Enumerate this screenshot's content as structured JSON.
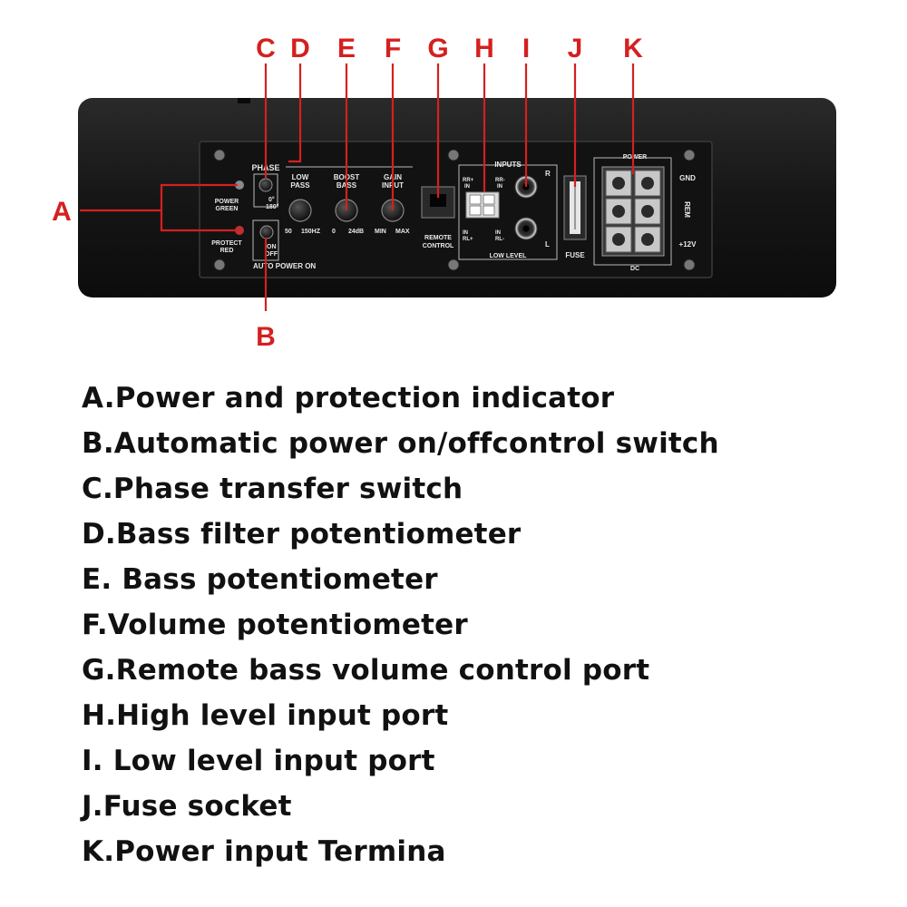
{
  "callouts": {
    "a": "A",
    "b": "B",
    "c": "C",
    "d": "D",
    "e": "E",
    "f": "F",
    "g": "G",
    "h": "H",
    "i": "I",
    "j": "J",
    "k": "K"
  },
  "panel": {
    "phase": "PHASE",
    "phase_deg0": "0°",
    "phase_deg180": "180°",
    "power_green_1": "POWER",
    "power_green_2": "GREEN",
    "protect_red_1": "PROTECT",
    "protect_red_2": "RED",
    "on": "ON",
    "off": "OFF",
    "auto_power_on": "AUTO POWER ON",
    "low_pass_1": "LOW",
    "low_pass_2": "PASS",
    "low_pass_min": "50",
    "low_pass_max": "150HZ",
    "boost_bass_1": "BOOST",
    "boost_bass_2": "BASS",
    "boost_min": "0",
    "boost_max": "24dB",
    "gain_input_1": "GAIN",
    "gain_input_2": "INPUT",
    "gain_min": "MIN",
    "gain_max": "MAX",
    "remote_control_1": "REMOTE",
    "remote_control_2": "CONTROL",
    "inputs": "INPUTS",
    "rr_plus_1": "RR+",
    "rr_plus_2": "IN",
    "rr_minus_1": "RR-",
    "rr_minus_2": "IN",
    "rl_plus_1": "IN",
    "rl_plus_2": "RL+",
    "rl_minus_1": "IN",
    "rl_minus_2": "RL-",
    "input_r": "R",
    "input_l": "L",
    "low_level": "LOW LEVEL",
    "fuse": "FUSE",
    "power": "POWER",
    "dc": "DC",
    "gnd": "GND",
    "rem": "REM",
    "plus12v": "+12V"
  },
  "legend": [
    "A.Power and protection indicator",
    "B.Automatic power on/offcontrol switch",
    "C.Phase transfer switch",
    "D.Bass filter potentiometer",
    "E. Bass potentiometer",
    "F.Volume potentiometer",
    "G.Remote bass volume control port",
    "H.High level input port",
    "I. Low level input port",
    "J.Fuse socket",
    "K.Power input Termina"
  ],
  "colors": {
    "callout_red": "#d42020",
    "housing": "#1c1c1c",
    "panel": "#141414",
    "legend_text": "#111111"
  }
}
